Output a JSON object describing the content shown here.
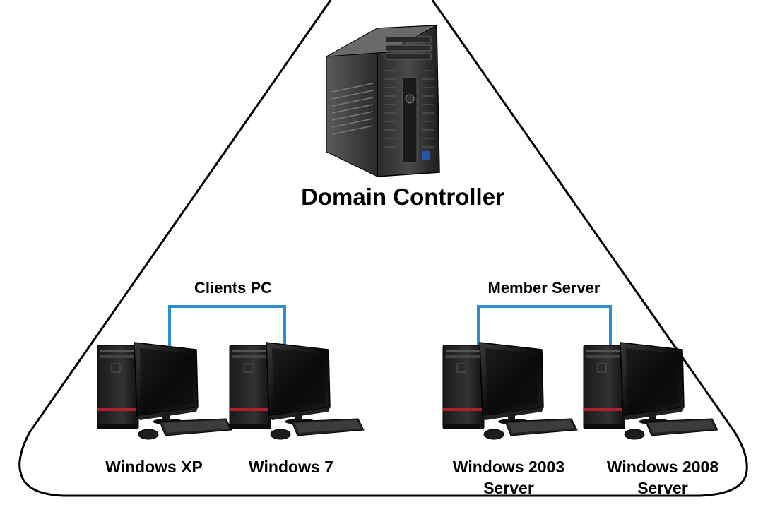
{
  "diagram": {
    "domain_controller": {
      "label": "Domain Controller"
    },
    "groups": [
      {
        "label": "Clients PC",
        "connector_color": "#2a8fd0"
      },
      {
        "label": "Member Server",
        "connector_color": "#2a8fd0"
      }
    ],
    "computers": [
      {
        "os_label": "Windows XP",
        "os_label_line2": ""
      },
      {
        "os_label": "Windows 7",
        "os_label_line2": ""
      },
      {
        "os_label": "Windows 2003",
        "os_label_line2": "Server"
      },
      {
        "os_label": "Windows 2008",
        "os_label_line2": "Server"
      }
    ],
    "colors": {
      "outline": "#000000",
      "connector": "#2a8fd0",
      "case_accent": "#b0202a"
    }
  }
}
